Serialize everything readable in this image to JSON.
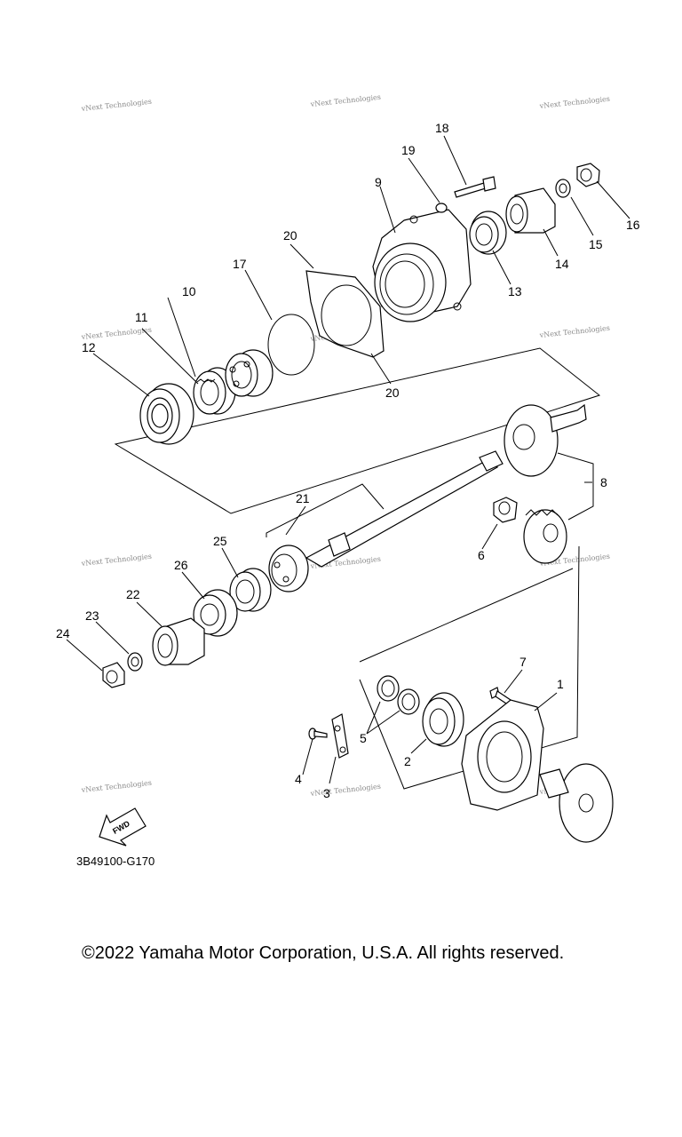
{
  "callouts": {
    "c1": "1",
    "c2": "2",
    "c3": "3",
    "c4": "4",
    "c5": "5",
    "c6": "6",
    "c7": "7",
    "c8": "8",
    "c9": "9",
    "c10": "10",
    "c11": "11",
    "c12": "12",
    "c13": "13",
    "c14": "14",
    "c15": "15",
    "c16": "16",
    "c17": "17",
    "c18": "18",
    "c19": "19",
    "c20a": "20",
    "c20b": "20",
    "c21": "21",
    "c22": "22",
    "c23": "23",
    "c24": "24",
    "c25": "25",
    "c26": "26"
  },
  "watermark": "vNext Technologies",
  "fwd_label": "FWD",
  "diagram_code": "3B49100-G170",
  "copyright": "©2022 Yamaha Motor Corporation, U.S.A. All rights reserved."
}
